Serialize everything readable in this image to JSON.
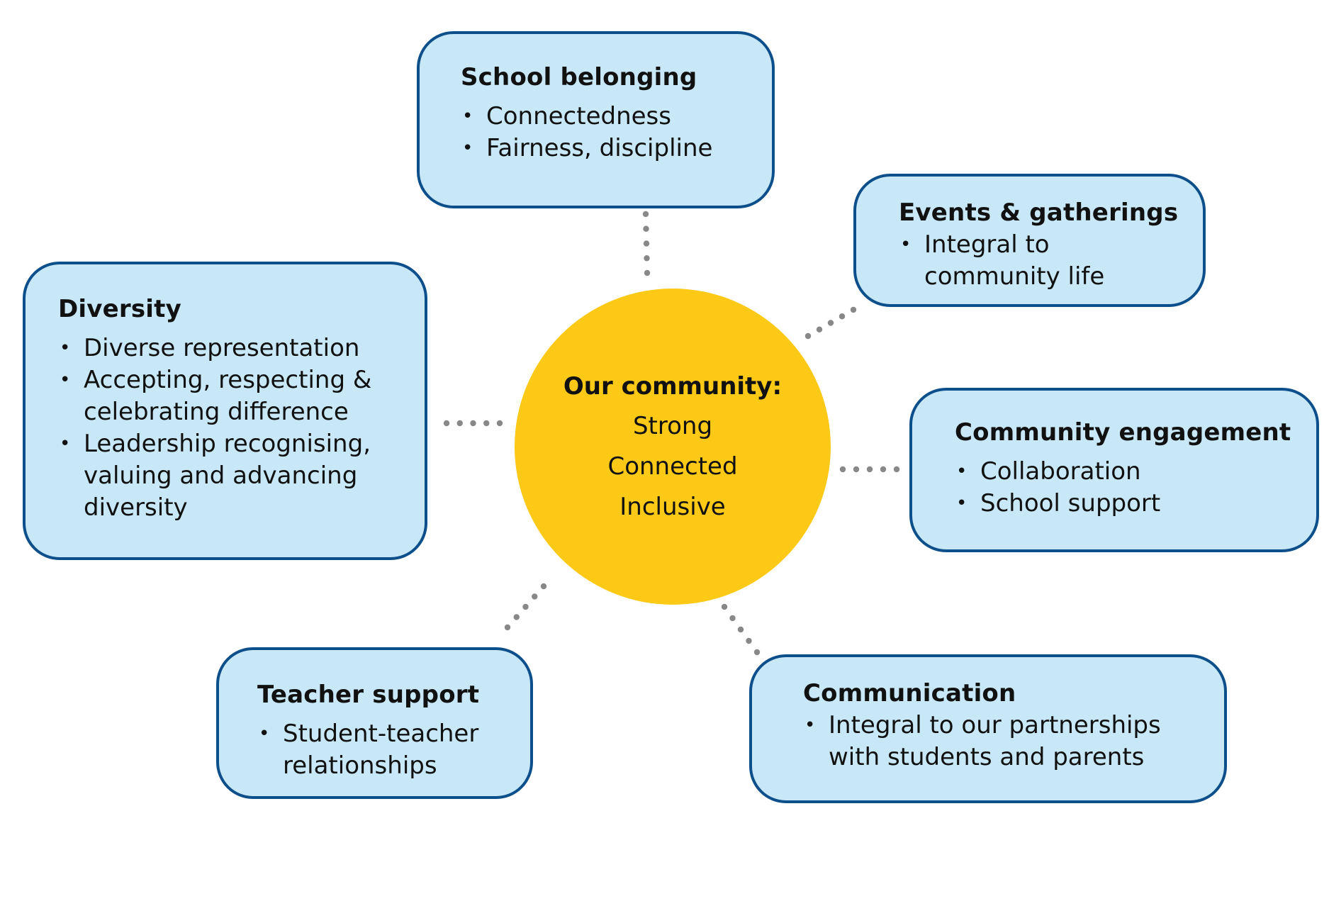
{
  "hub": {
    "title": "Our community:",
    "lines": [
      "Strong",
      "Connected",
      "Inclusive"
    ],
    "color": "#fcc917"
  },
  "nodes": [
    {
      "id": "school-belonging",
      "title": "School belonging",
      "bullets": [
        "Connectedness",
        "Fairness, discipline"
      ]
    },
    {
      "id": "events-gatherings",
      "title": "Events & gatherings",
      "bullets": [
        "Integral to\ncommunity life"
      ]
    },
    {
      "id": "community-engagement",
      "title": "Community engagement",
      "bullets": [
        "Collaboration",
        "School support"
      ]
    },
    {
      "id": "communication",
      "title": "Communication",
      "bullets": [
        "Integral to our partnerships\nwith students and parents"
      ]
    },
    {
      "id": "teacher-support",
      "title": "Teacher support",
      "bullets": [
        "Student-teacher\nrelationships"
      ]
    },
    {
      "id": "diversity",
      "title": "Diversity",
      "bullets": [
        "Diverse representation",
        "Accepting, respecting &\ncelebrating difference",
        "Leadership recognising,\nvaluing and advancing\ndiversity"
      ]
    }
  ],
  "colors": {
    "box_fill": "#c8e8f8",
    "box_border": "#0d4f8b",
    "connector": "#888888",
    "text": "#111111"
  }
}
